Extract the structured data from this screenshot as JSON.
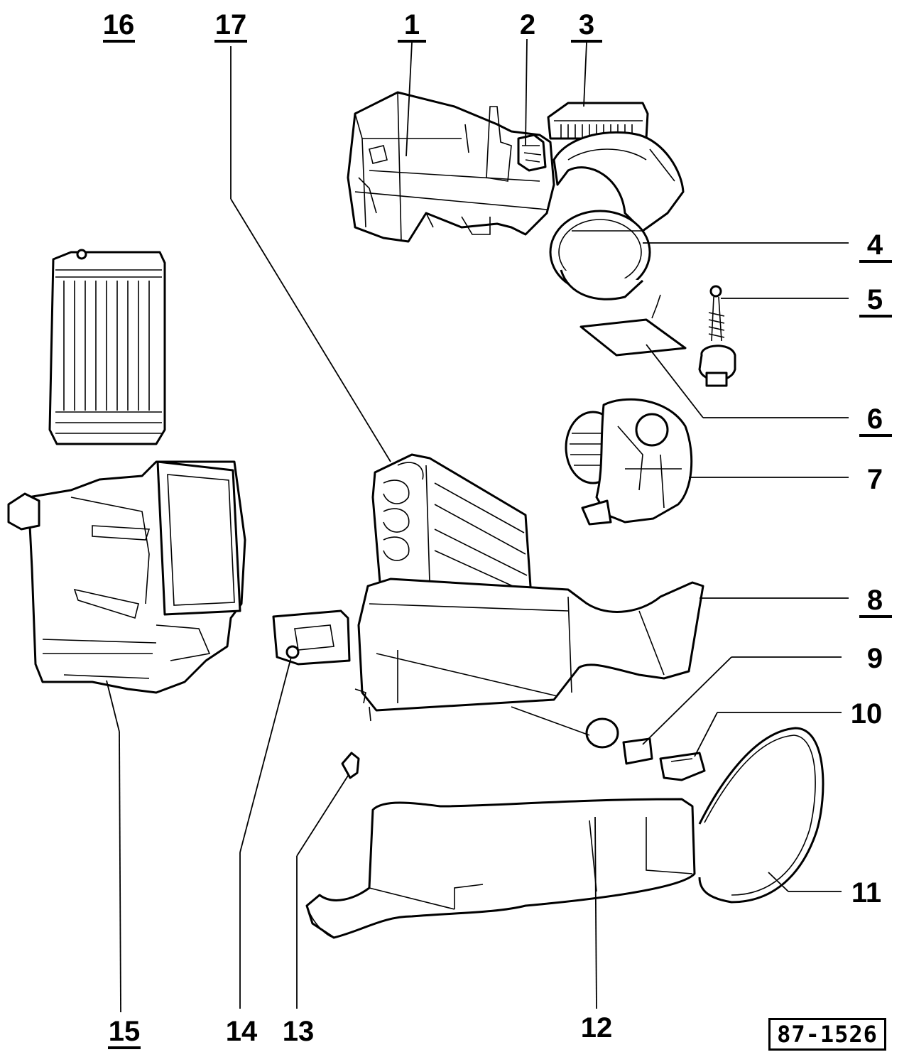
{
  "callouts": [
    {
      "label": "16",
      "underlined": true
    },
    {
      "label": "17",
      "underlined": true
    },
    {
      "label": "1",
      "underlined": true
    },
    {
      "label": "2",
      "underlined": false
    },
    {
      "label": "3",
      "underlined": true
    },
    {
      "label": "4",
      "underlined": true
    },
    {
      "label": "5",
      "underlined": true
    },
    {
      "label": "6",
      "underlined": true
    },
    {
      "label": "7",
      "underlined": false
    },
    {
      "label": "8",
      "underlined": true
    },
    {
      "label": "9",
      "underlined": false
    },
    {
      "label": "10",
      "underlined": false
    },
    {
      "label": "11",
      "underlined": false
    },
    {
      "label": "12",
      "underlined": false
    },
    {
      "label": "13",
      "underlined": false
    },
    {
      "label": "14",
      "underlined": false
    },
    {
      "label": "15",
      "underlined": true
    }
  ],
  "reference_number": "87-1526"
}
